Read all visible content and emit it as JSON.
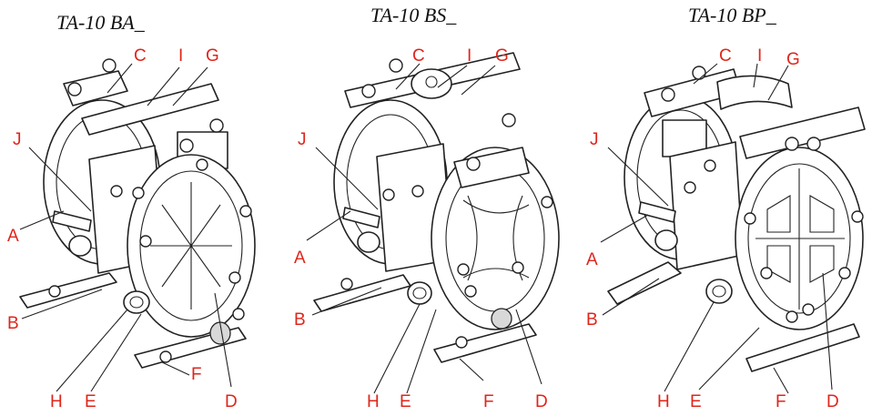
{
  "panels": [
    {
      "title": "TA-10 BA_",
      "labels": {
        "C": "C",
        "I": "I",
        "G": "G",
        "J": "J",
        "A": "A",
        "B": "B",
        "H": "H",
        "E": "E",
        "F": "F",
        "D": "D"
      }
    },
    {
      "title": "TA-10 BS_",
      "labels": {
        "C": "C",
        "I": "I",
        "G": "G",
        "J": "J",
        "A": "A",
        "B": "B",
        "H": "H",
        "E": "E",
        "F": "F",
        "D": "D"
      }
    },
    {
      "title": "TA-10 BP_",
      "labels": {
        "C": "C",
        "I": "I",
        "G": "G",
        "J": "J",
        "A": "A",
        "B": "B",
        "H": "H",
        "E": "E",
        "F": "F",
        "D": "D"
      }
    }
  ],
  "colors": {
    "label": "#e0251b",
    "line": "#222222",
    "background": "#ffffff"
  }
}
